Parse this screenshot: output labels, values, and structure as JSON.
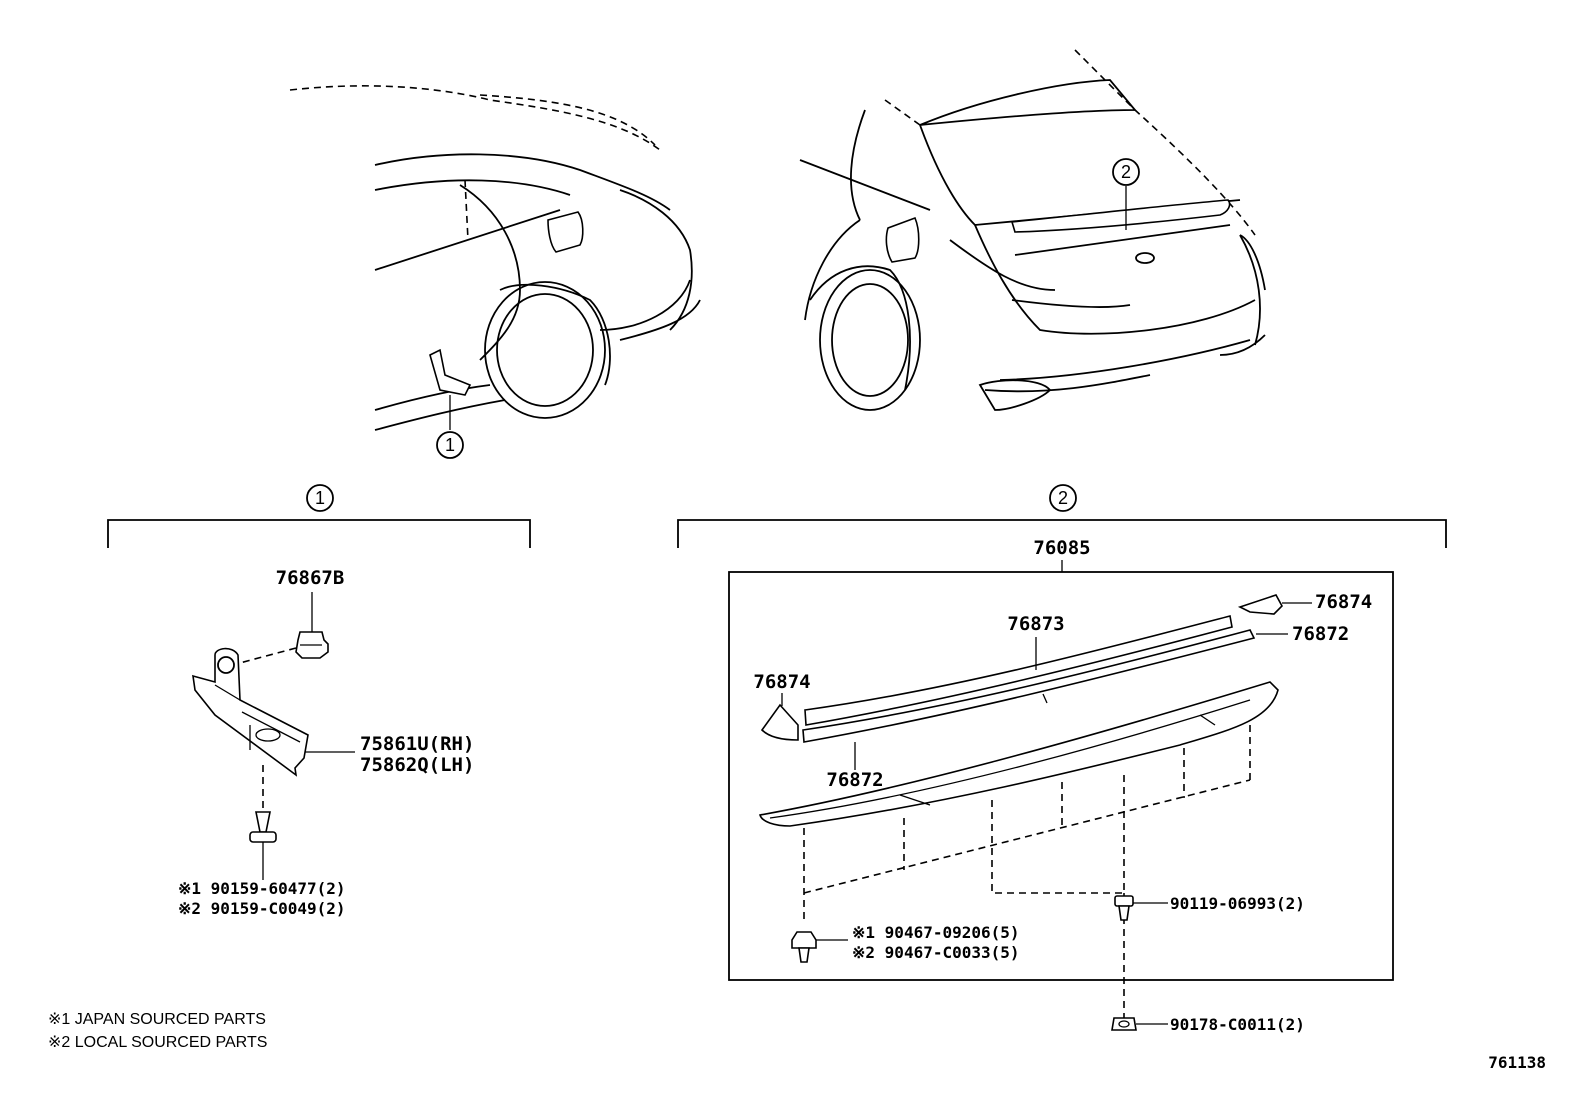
{
  "callouts": {
    "one": "1",
    "two": "2"
  },
  "section1": {
    "clip_part": "76867B",
    "bracket_rh": "75861U(RH)",
    "bracket_lh": "75862Q(LH)",
    "screw_1": "※1 90159-60477(2)",
    "screw_2": "※2 90159-C0049(2)"
  },
  "section2": {
    "assembly": "76085",
    "cap_right": "76874",
    "cap_left": "76874",
    "garnish": "76873",
    "tape_right": "76872",
    "tape_left": "76872",
    "bolt": "90119-06993(2)",
    "clip_1": "※1 90467-09206(5)",
    "clip_2": "※2 90467-C0033(5)",
    "nut": "90178-C0011(2)"
  },
  "notes": {
    "note1": "※1 JAPAN SOURCED PARTS",
    "note2": "※2 LOCAL SOURCED PARTS"
  },
  "figure_id": "761138"
}
